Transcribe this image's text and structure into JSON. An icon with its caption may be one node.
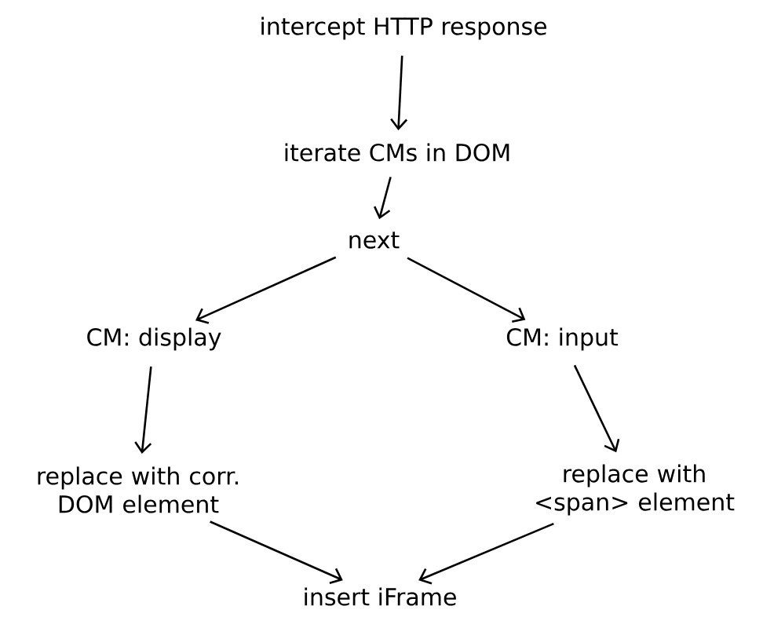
{
  "diagram": {
    "nodes": [
      {
        "text": [
          "intercept HTTP response"
        ]
      },
      {
        "text": [
          "iterate CMs  in DOM"
        ]
      },
      {
        "text": [
          "next"
        ]
      },
      {
        "text": [
          "CM: display"
        ]
      },
      {
        "text": [
          "CM: input"
        ]
      },
      {
        "text": [
          "replace with corr. DOM element"
        ]
      },
      {
        "text": [
          "replace with <span> element"
        ]
      },
      {
        "text": [
          "insert iFrame"
        ]
      }
    ],
    "edges": [
      {
        "from": 0,
        "to": 1,
        "arrow": "to"
      },
      {
        "from": 1,
        "to": 2,
        "arrow": "to"
      },
      {
        "from": 2,
        "to": 3,
        "arrow": "to"
      },
      {
        "from": 2,
        "to": 4,
        "arrow": "to"
      },
      {
        "from": 3,
        "to": 5,
        "arrow": "to"
      },
      {
        "from": 4,
        "to": 6,
        "arrow": "to"
      },
      {
        "from": 5,
        "to": 7,
        "arrow": "to"
      },
      {
        "from": 6,
        "to": 7,
        "arrow": "to"
      }
    ]
  }
}
